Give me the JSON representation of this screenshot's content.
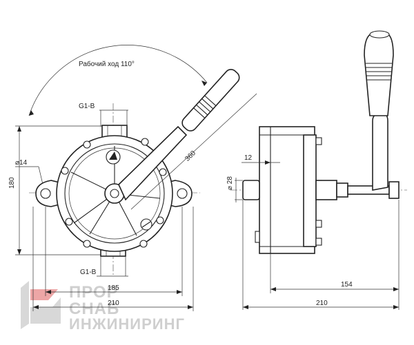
{
  "drawing": {
    "work_stroke": "Рабочий ход 110°",
    "thread_top": "G1-B",
    "thread_bottom": "G1-B",
    "handle_length": "360",
    "hole_dia": "⌀14",
    "height": "180",
    "bolt_spacing": "185",
    "width_front": "210",
    "flange": "12",
    "shaft_dia": "⌀ 28",
    "shaft_reach": "154",
    "width_side": "210"
  },
  "watermark": {
    "line1": "ПРОР",
    "line2": "СНАБ",
    "line3": "ИНЖИНИРИНГ"
  },
  "colors": {
    "line": "#222222",
    "watermark": "#cfcfcf",
    "watermark_accent": "#e89090"
  }
}
